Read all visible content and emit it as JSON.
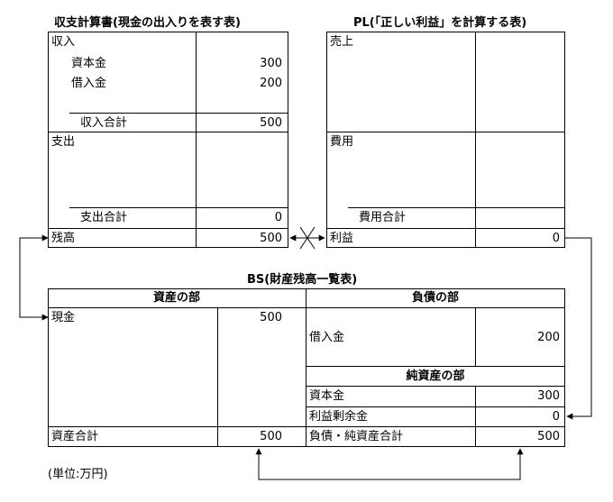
{
  "cf": {
    "title": "収支計算書(現金の出入りを表す表)",
    "income_header": "収入",
    "capital_label": "資本金",
    "capital_value": "300",
    "loan_label": "借入金",
    "loan_value": "200",
    "income_total_label": "収入合計",
    "income_total_value": "500",
    "expense_header": "支出",
    "expense_total_label": "支出合計",
    "expense_total_value": "0",
    "balance_label": "残高",
    "balance_value": "500"
  },
  "pl": {
    "title": "PL(「正しい利益」を計算する表)",
    "sales_header": "売上",
    "cost_header": "費用",
    "cost_total_label": "費用合計",
    "profit_label": "利益",
    "profit_value": "0"
  },
  "bs": {
    "title": "BS(財産残高一覧表)",
    "assets_header": "資産の部",
    "liabilities_header": "負債の部",
    "cash_label": "現金",
    "cash_value": "500",
    "loan_label": "借入金",
    "loan_value": "200",
    "net_assets_header": "純資産の部",
    "capital_label": "資本金",
    "capital_value": "300",
    "retained_label": "利益剰余金",
    "retained_value": "0",
    "assets_total_label": "資産合計",
    "assets_total_value": "500",
    "liab_net_total_label": "負債・純資産合計",
    "liab_net_total_value": "500"
  },
  "unit_note": "(単位:万円)"
}
